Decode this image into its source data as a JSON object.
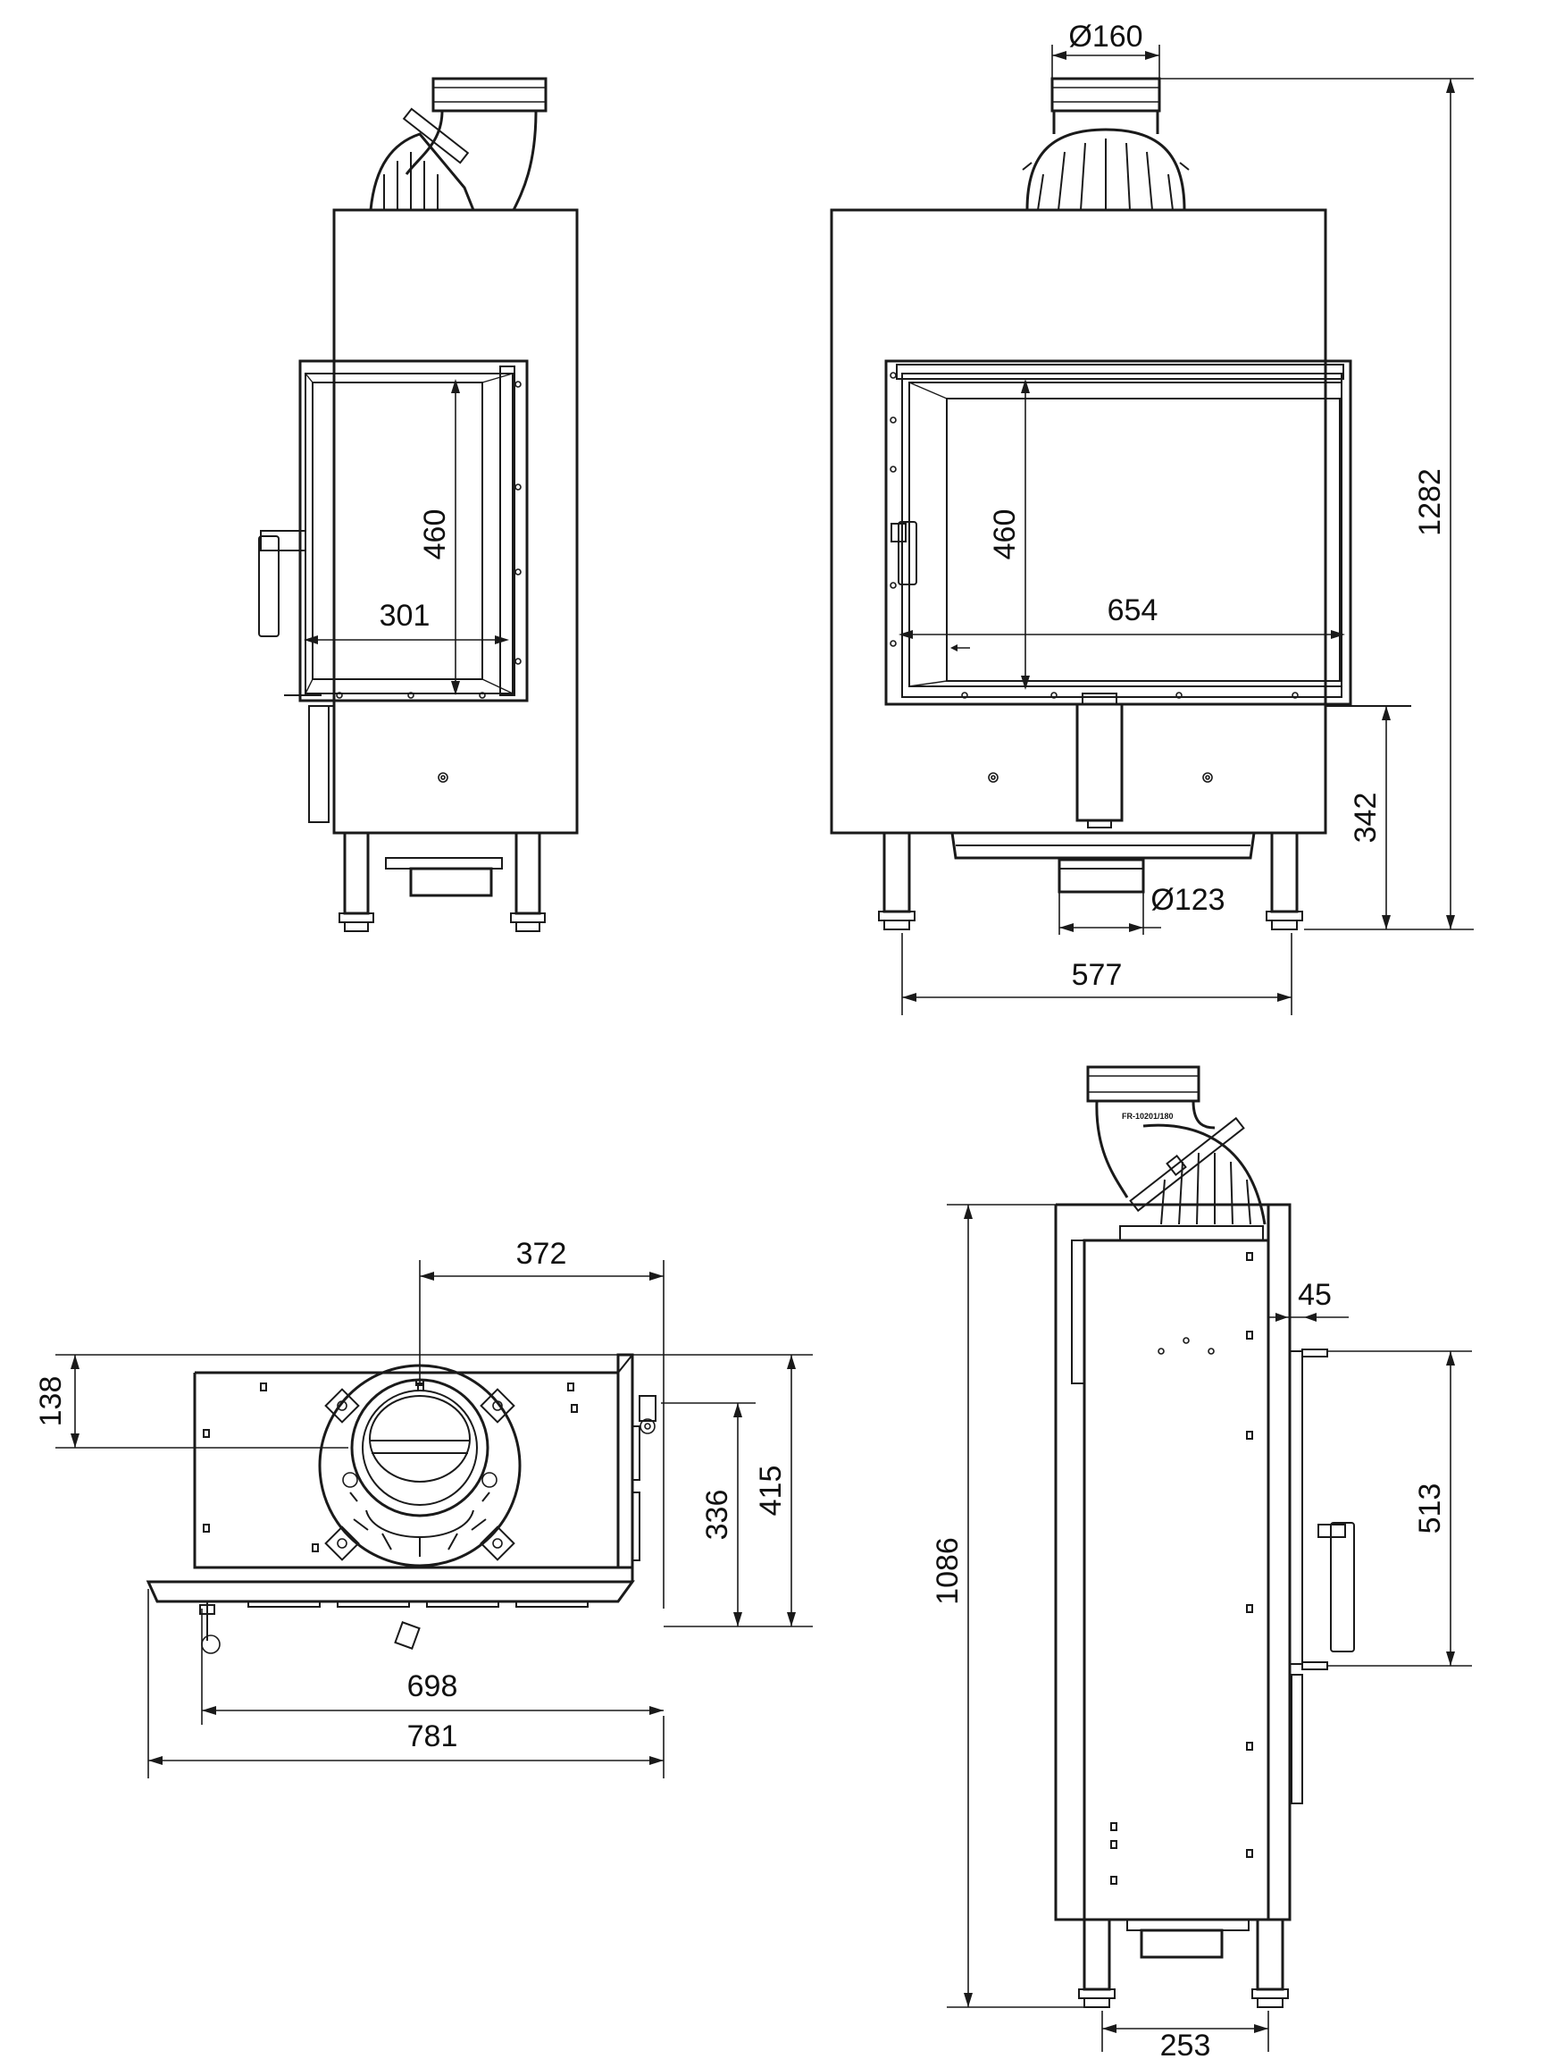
{
  "front_view": {
    "window_height": "460",
    "window_width": "301"
  },
  "side_view": {
    "flue_outlet": "Ø160",
    "window_height": "460",
    "window_width": "654",
    "overall_height": "1282",
    "base_height": "342",
    "air_inlet": "Ø123",
    "feet_spacing": "577"
  },
  "top_view": {
    "flue_offset_x": "372",
    "flue_offset_y": "138",
    "depth_inner": "336",
    "depth_outer": "415",
    "width_inner": "698",
    "width_outer": "781"
  },
  "right_view": {
    "product_label": "FR-10201/180",
    "body_height": "1086",
    "door_offset": "45",
    "door_height": "513",
    "feet_spacing": "253"
  }
}
